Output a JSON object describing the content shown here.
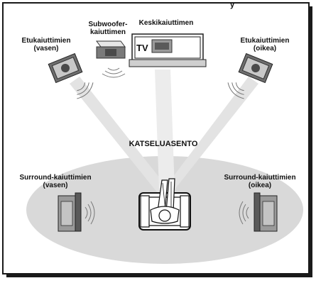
{
  "title_fragment": "y",
  "tv_text": "TV",
  "viewing_position": "KATSELUASENTO",
  "labels": {
    "front_left": [
      "Etukaiuttimien",
      "(vasen)"
    ],
    "subwoofer": [
      "Subwoofer-",
      "kaiuttimen"
    ],
    "center": [
      "Keskikaiuttimen"
    ],
    "front_right": [
      "Etukaiuttimien",
      "(oikea)"
    ],
    "surround_left": [
      "Surround-kaiuttimien",
      "(vasen)"
    ],
    "surround_right": [
      "Surround-kaiuttimien",
      "(oikea)"
    ]
  },
  "colors": {
    "floor": "#d9d9d9",
    "speaker_dark": "#4a4a4a",
    "speaker_mid": "#8a8a8a",
    "speaker_light": "#c8c8c8",
    "frame": "#1a1a1a"
  }
}
